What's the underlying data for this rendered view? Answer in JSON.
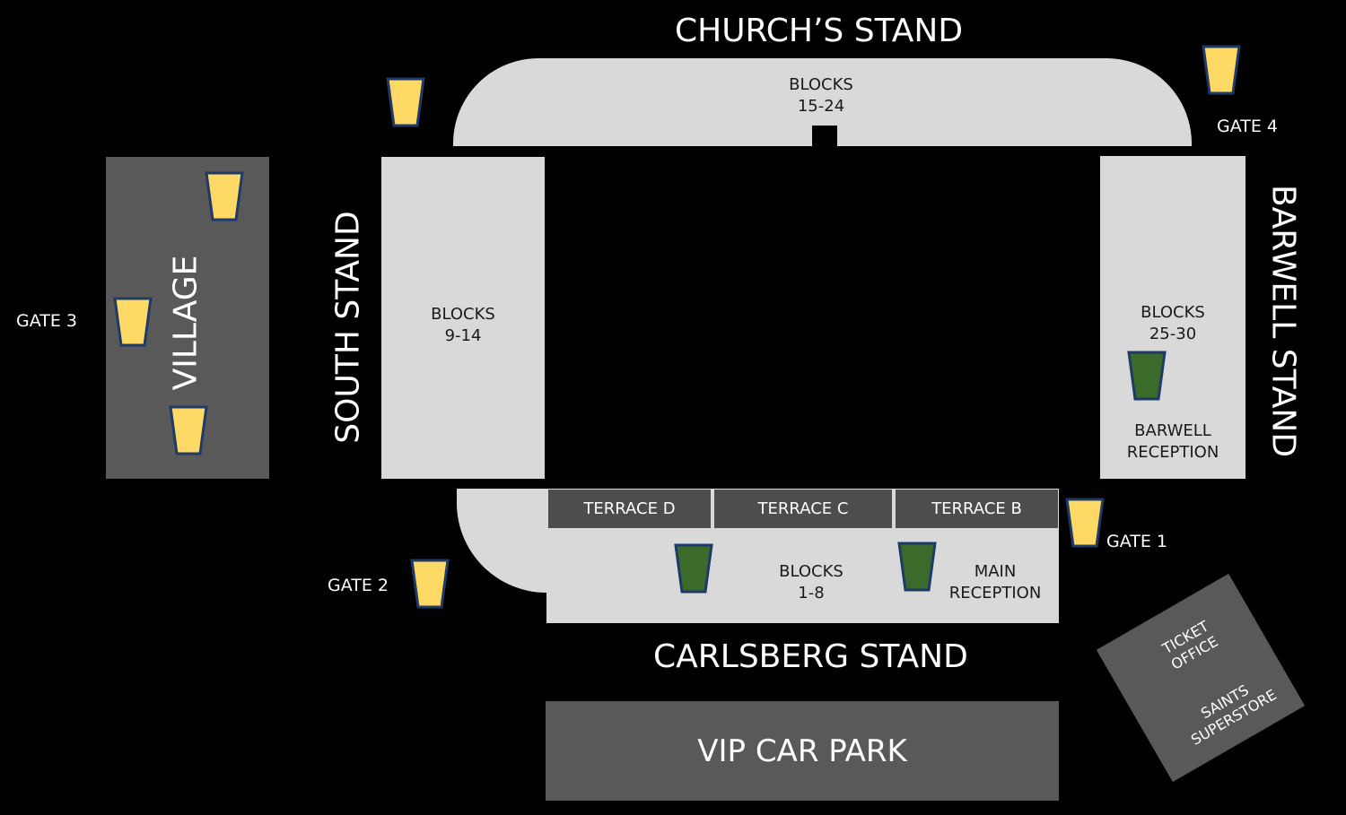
{
  "stands": {
    "church": "CHURCH’S STAND",
    "south": "SOUTH  STAND",
    "barwell": "BARWELL STAND",
    "carlsberg": "CARLSBERG STAND"
  },
  "blocks": {
    "church": "BLOCKS\n15-24",
    "south": "BLOCKS\n9-14",
    "barwell": "BLOCKS\n25-30",
    "carlsberg": "BLOCKS\n1-8"
  },
  "receptions": {
    "barwell": "BARWELL\nRECEPTION",
    "main": "MAIN\nRECEPTION"
  },
  "terraces": {
    "d": "TERRACE D",
    "c": "TERRACE C",
    "b": "TERRACE B"
  },
  "gates": {
    "gate1": "GATE 1",
    "gate2": "GATE 2",
    "gate3": "GATE 3",
    "gate4": "GATE 4"
  },
  "areas": {
    "village": "VILLAGE",
    "vip_car_park": "VIP CAR PARK",
    "ticket_office": "TICKET\nOFFICE",
    "superstore": "SAINTS\nSUPERSTORE"
  },
  "colors": {
    "background": "#000000",
    "stand": "#d9d9d9",
    "area": "#595959",
    "terrace": "#4d4d4d",
    "gate_icon": "#ffd966",
    "reception_icon": "#3a6b2a",
    "icon_outline": "#1f3a68"
  },
  "icons": {
    "gate": "gate-icon",
    "reception": "reception-icon"
  }
}
